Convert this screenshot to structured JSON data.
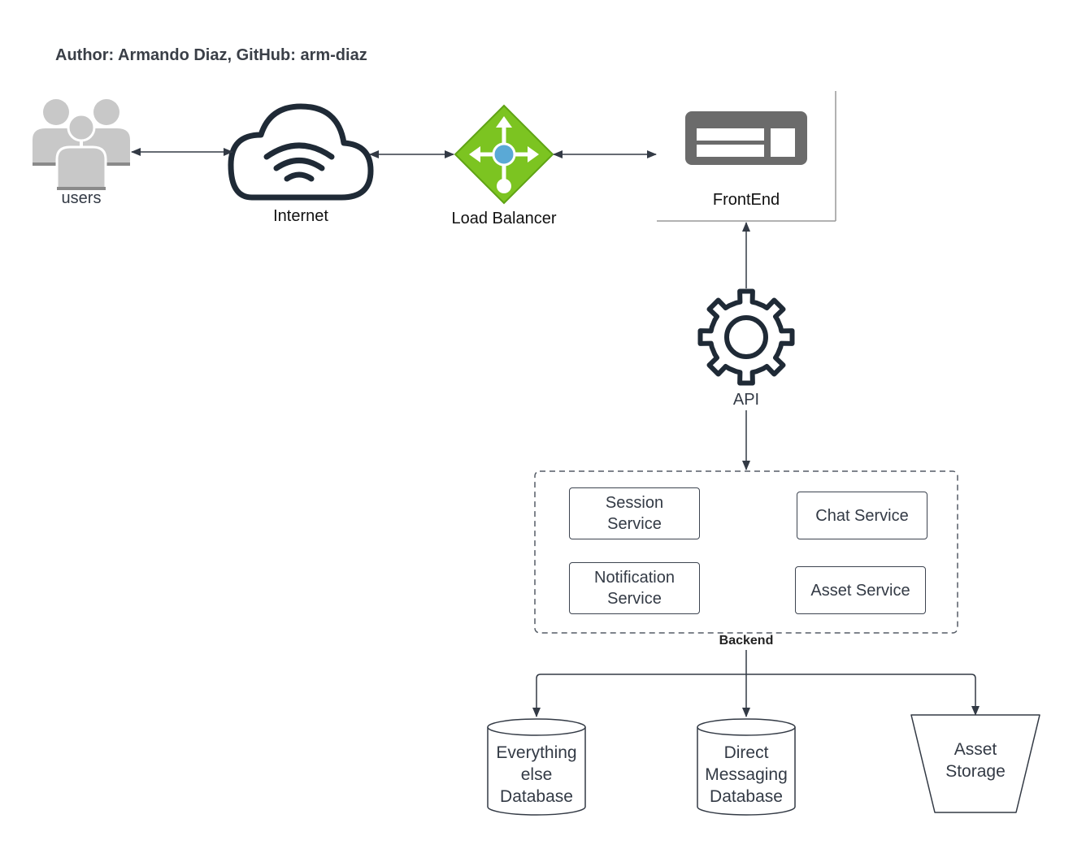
{
  "author": "Author: Armando Diaz, GitHub: arm-diaz",
  "nodes": {
    "users": "users",
    "internet": "Internet",
    "load_balancer": "Load Balancer",
    "frontend": "FrontEnd",
    "api": "API"
  },
  "backend": {
    "label": "Backend",
    "services": {
      "session": "Session\nService",
      "chat": "Chat Service",
      "notification": "Notification\nService",
      "asset": "Asset Service"
    }
  },
  "storage": {
    "everything_else_db": "Everything\nelse\nDatabase",
    "direct_messaging_db": "Direct\nMessaging\nDatabase",
    "asset_storage": "Asset\nStorage"
  },
  "colors": {
    "line": "#333a45",
    "users_gray": "#c8c8c8",
    "load_balancer_green": "#7cc421",
    "load_balancer_core": "#5aa9d6",
    "frontend_gray": "#6b6b6b",
    "cloud_stroke": "#1f2a36"
  },
  "icons": {
    "users": "users-group-icon",
    "internet": "cloud-wifi-icon",
    "load_balancer": "load-balancer-icon",
    "frontend": "web-window-icon",
    "api": "gear-icon"
  }
}
